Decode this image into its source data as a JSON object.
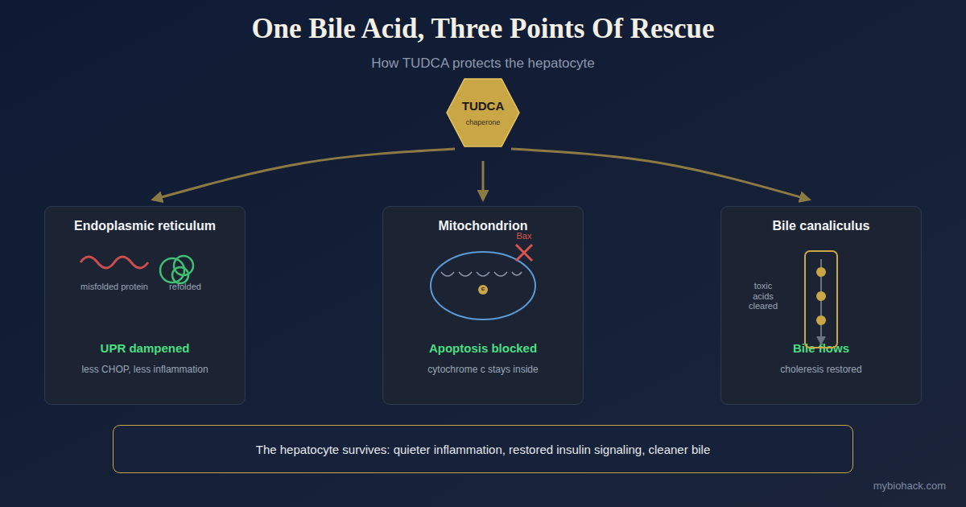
{
  "diagram": {
    "title": "One Bile Acid, Three Points Of Rescue",
    "caption": "How TUDCA protects the hepatocyte",
    "nodes": [
      {
        "text": [
          "TUDCA",
          "chaperone"
        ]
      },
      {
        "text": [
          "Endoplasmic reticulum",
          "UPR dampened",
          "less CHOP, less inflammation"
        ]
      },
      {
        "text": [
          "Mitochondrion",
          "Apoptosis blocked",
          "cytochrome c stays inside"
        ]
      },
      {
        "text": [
          "Bile canaliculus",
          "Bile flows",
          "choleresis restored"
        ]
      },
      {
        "text": [
          "The hepatocyte survives: quieter inflammation, restored insulin signaling, cleaner bile"
        ]
      }
    ],
    "edges": [
      {
        "from": 0,
        "to": 1,
        "arrow": "to"
      },
      {
        "from": 0,
        "to": 2,
        "arrow": "to"
      },
      {
        "from": 0,
        "to": 3,
        "arrow": "to"
      }
    ],
    "labels": [
      "misfolded protein",
      "refolded",
      "Bax",
      "c",
      "toxic acids cleared",
      "mybiohack.com"
    ]
  }
}
